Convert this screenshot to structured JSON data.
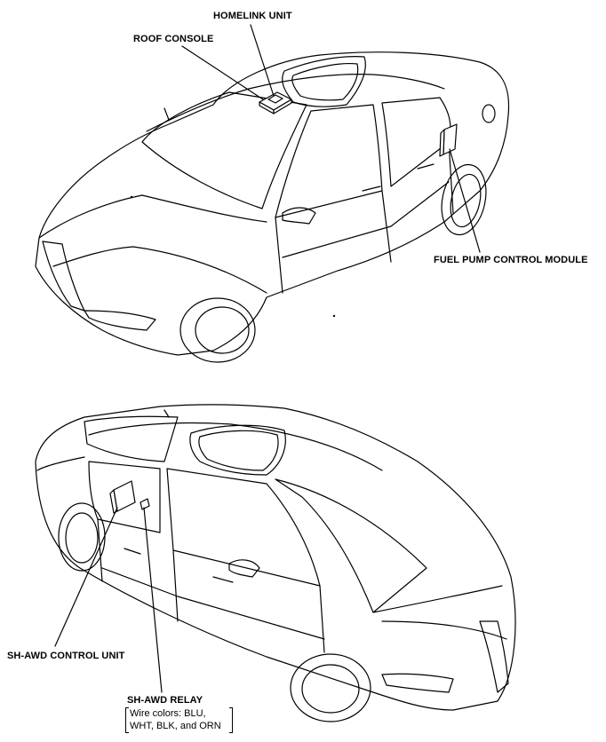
{
  "labels": {
    "homelink_unit": "HOMELINK UNIT",
    "roof_console": "ROOF CONSOLE",
    "fuel_pump_control_module": "FUEL PUMP CONTROL MODULE",
    "sh_awd_control_unit": "SH-AWD CONTROL UNIT",
    "sh_awd_relay": "SH-AWD RELAY",
    "wire_colors_line1": "Wire colors: BLU,",
    "wire_colors_line2": "WHT, BLK, and ORN"
  }
}
